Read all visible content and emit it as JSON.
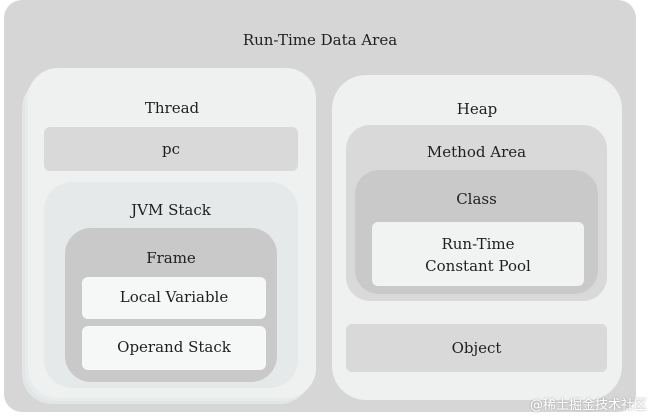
{
  "runtime_area": {
    "title": "Run-Time Data Area"
  },
  "thread": {
    "title": "Thread",
    "pc_label": "pc",
    "jvm_stack": {
      "title": "JVM Stack",
      "frame": {
        "title": "Frame",
        "local_variable": "Local Variable",
        "operand_stack": "Operand Stack"
      }
    }
  },
  "heap": {
    "title": "Heap",
    "method_area": {
      "title": "Method Area",
      "class": {
        "title": "Class",
        "runtime_constant_pool": "Run-Time\nConstant Pool"
      }
    },
    "object_label": "Object"
  },
  "watermark": "@稀土掘金技术社区"
}
